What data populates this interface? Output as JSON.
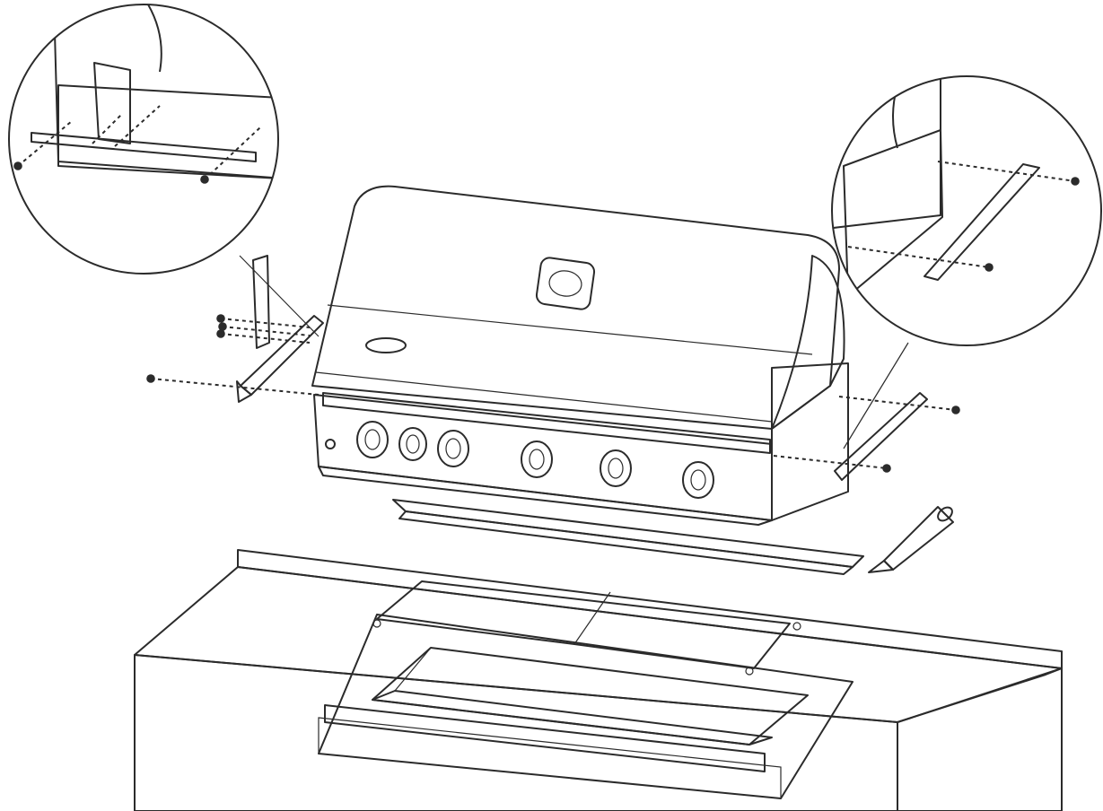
{
  "diagram": {
    "colors": {
      "line": "#2b2b2b",
      "metal_light": "#c9c9c9",
      "metal_mid": "#a9a9a9",
      "metal_dark": "#7c7c7c",
      "counter_top": "#dcdcdc",
      "counter_face": "#e6e6e6",
      "background": "#ffffff"
    },
    "parts": {
      "grill_head": {
        "burner_knobs": 6
      },
      "detail_callouts": [
        "left-mounting-detail",
        "right-mounting-detail"
      ],
      "fasteners": [
        "screw",
        "screw",
        "screw",
        "screw",
        "screw",
        "screw",
        "screw",
        "screw"
      ],
      "accessories": [
        "front-trim-strip",
        "side-bracket-left",
        "side-bracket-right",
        "sealant-tube",
        "heat-shield",
        "drip-tray"
      ]
    }
  }
}
